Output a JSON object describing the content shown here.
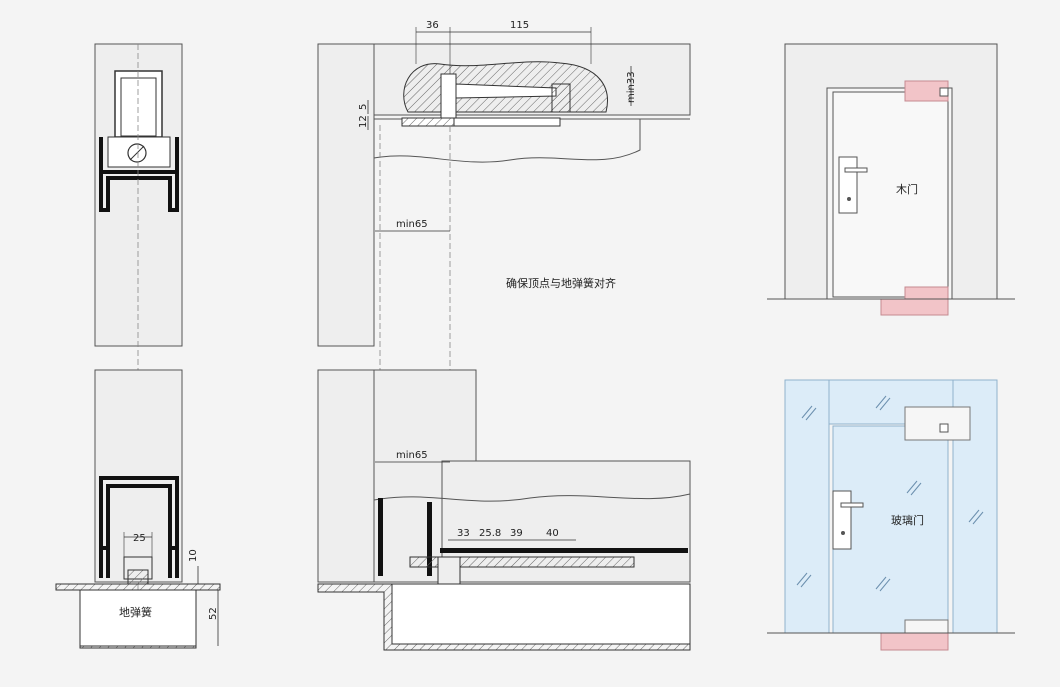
{
  "dimensions": {
    "d36": "36",
    "d115": "115",
    "d5": "5",
    "d12": "12",
    "min33": "min33",
    "min65_top": "min65",
    "min65_bottom": "min65",
    "d33": "33",
    "d25_8": "25.8",
    "d39": "39",
    "d40": "40",
    "d25": "25",
    "d10": "10",
    "d52": "52"
  },
  "labels": {
    "floor_spring": "地弹簧",
    "align_note": "确保顶点与地弹簧对齐",
    "wood_door": "木门",
    "glass_door": "玻璃门"
  },
  "colors": {
    "line": "#555555",
    "dark": "#111111",
    "panel": "#eeeeee",
    "pink": "#f2c4c8",
    "pink_stroke": "#c58a91",
    "glass": "#dcecf8",
    "glass_stroke": "#8fb2cc"
  }
}
